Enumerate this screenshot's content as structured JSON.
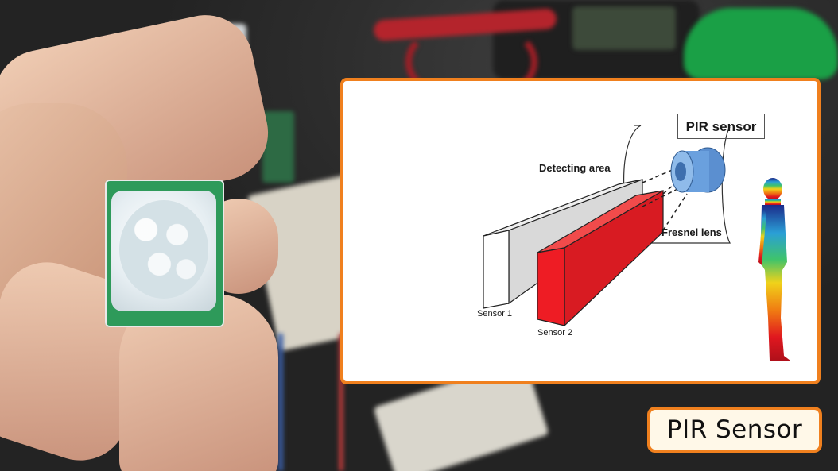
{
  "diagram": {
    "pir_sensor_label": "PIR sensor",
    "detecting_area_label": "Detecting area",
    "fresnel_lens_label": "Fresnel lens",
    "sensor1_label": "Sensor 1",
    "sensor2_label": "Sensor 2"
  },
  "caption": {
    "text": "PIR Sensor"
  },
  "colors": {
    "accent": "#f0801e",
    "sensor2_fill": "#ee1c24",
    "lens_blue": "#5b8fd0"
  }
}
